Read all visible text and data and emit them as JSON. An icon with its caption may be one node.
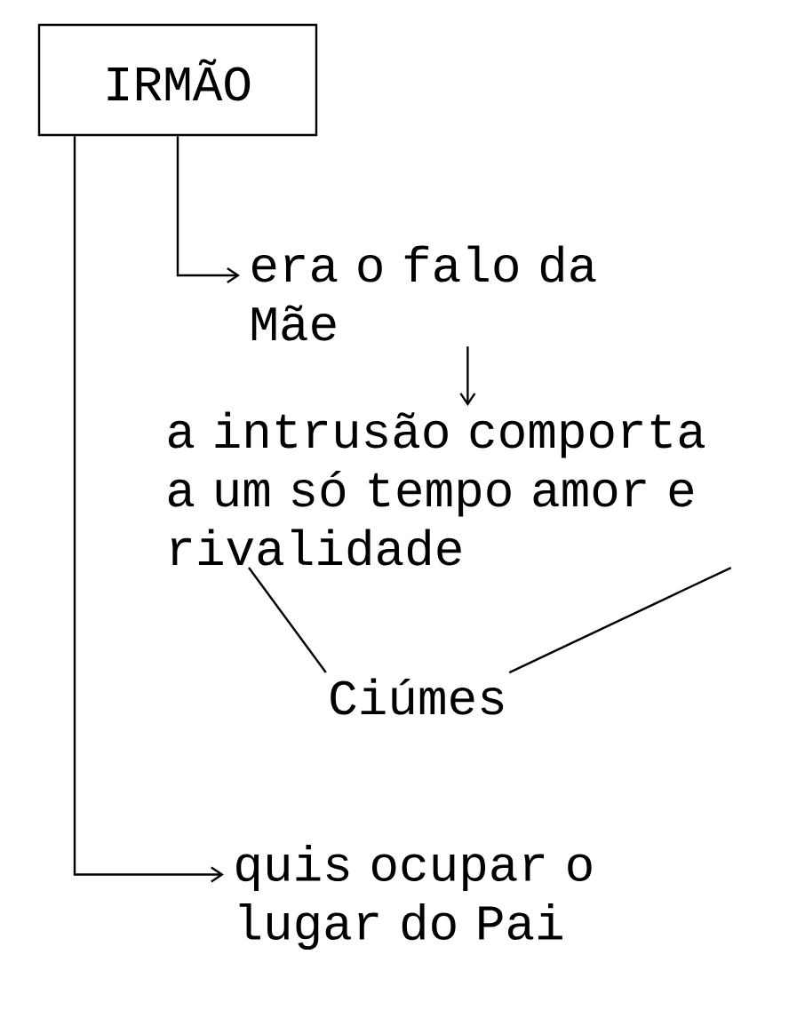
{
  "diagram": {
    "nodes": [
      {
        "text": [
          "IRMÃO"
        ]
      },
      {
        "text": [
          "era o falo da Mãe"
        ]
      },
      {
        "text": [
          "a intrusão comporta a um só tempo amor e rivalidade"
        ]
      },
      {
        "text": [
          "Ciúmes"
        ]
      },
      {
        "text": [
          "quis ocupar o lugar do Pai"
        ]
      }
    ],
    "edges": [
      {
        "from": 0,
        "to": 1,
        "arrow": "to"
      },
      {
        "from": 1,
        "to": 2,
        "arrow": "to"
      },
      {
        "from": 2,
        "to": 3,
        "arrow": "none"
      },
      {
        "from": 2,
        "to": 3,
        "arrow": "none"
      },
      {
        "from": 0,
        "to": 4,
        "arrow": "to"
      }
    ]
  }
}
